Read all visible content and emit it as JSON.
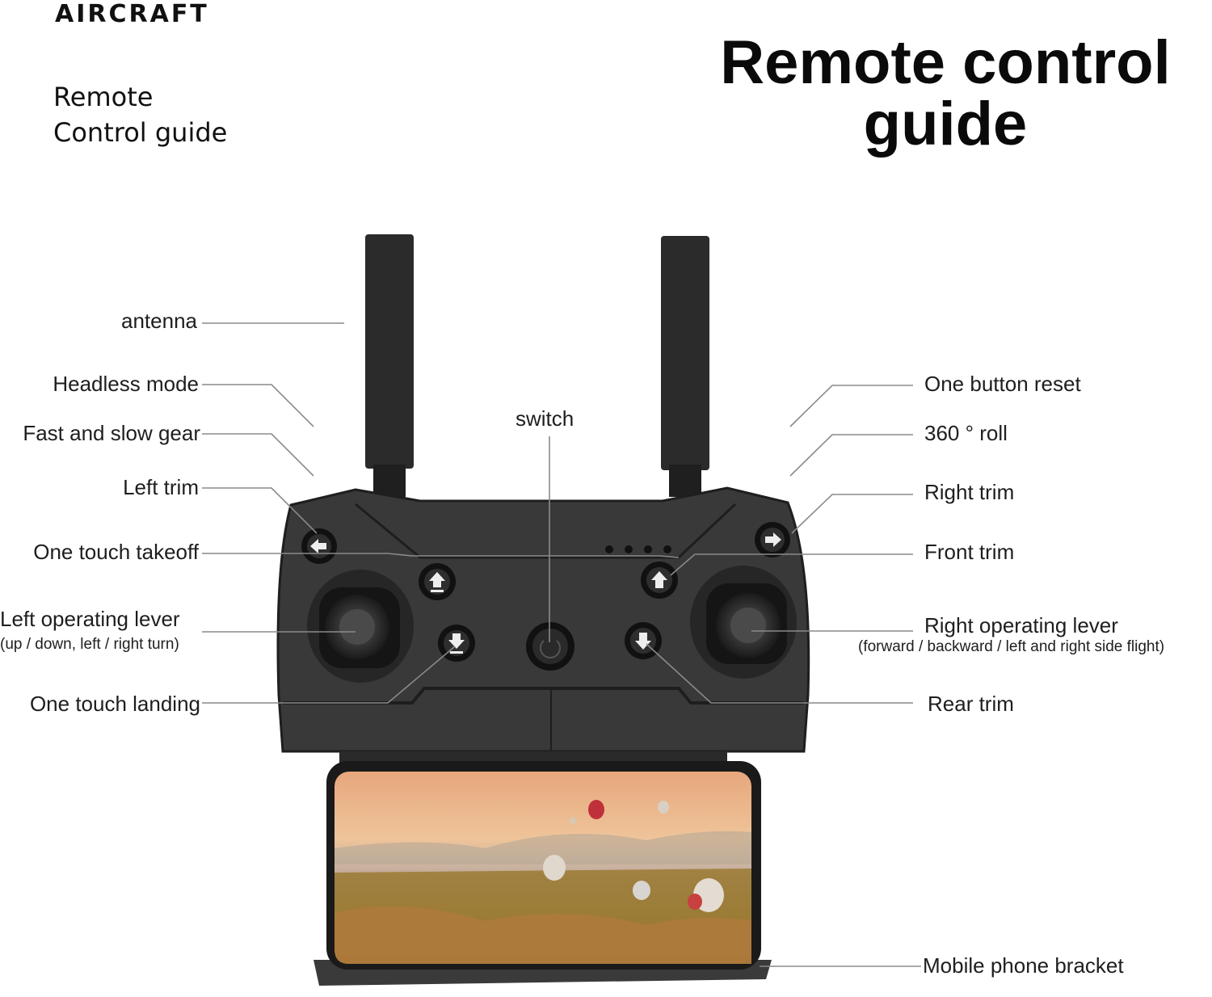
{
  "header": {
    "brand": "AIRCRAFT",
    "subtitle_line1": "Remote",
    "subtitle_line2": "Control guide",
    "title_line1": "Remote control",
    "title_line2": "guide"
  },
  "labels": {
    "antenna": "antenna",
    "headless_mode": "Headless mode",
    "fast_slow_gear": "Fast and slow gear",
    "left_trim": "Left trim",
    "one_touch_takeoff": "One touch takeoff",
    "left_lever": "Left operating lever",
    "left_lever_desc": "(up / down, left / right turn)",
    "one_touch_landing": "One touch landing",
    "switch": "switch",
    "one_button_reset": "One button reset",
    "roll_360": "360 ° roll",
    "right_trim": "Right trim",
    "front_trim": "Front trim",
    "right_lever": "Right operating lever",
    "right_lever_desc": "(forward / backward / left and right side flight)",
    "rear_trim": "Rear trim",
    "phone_bracket": "Mobile phone bracket"
  },
  "colors": {
    "controller_body": "#3a3a3a",
    "controller_dark": "#1c1c1c",
    "leader_line": "#8a8a8a",
    "sky": "#e8b48a",
    "land": "#a8823e"
  }
}
